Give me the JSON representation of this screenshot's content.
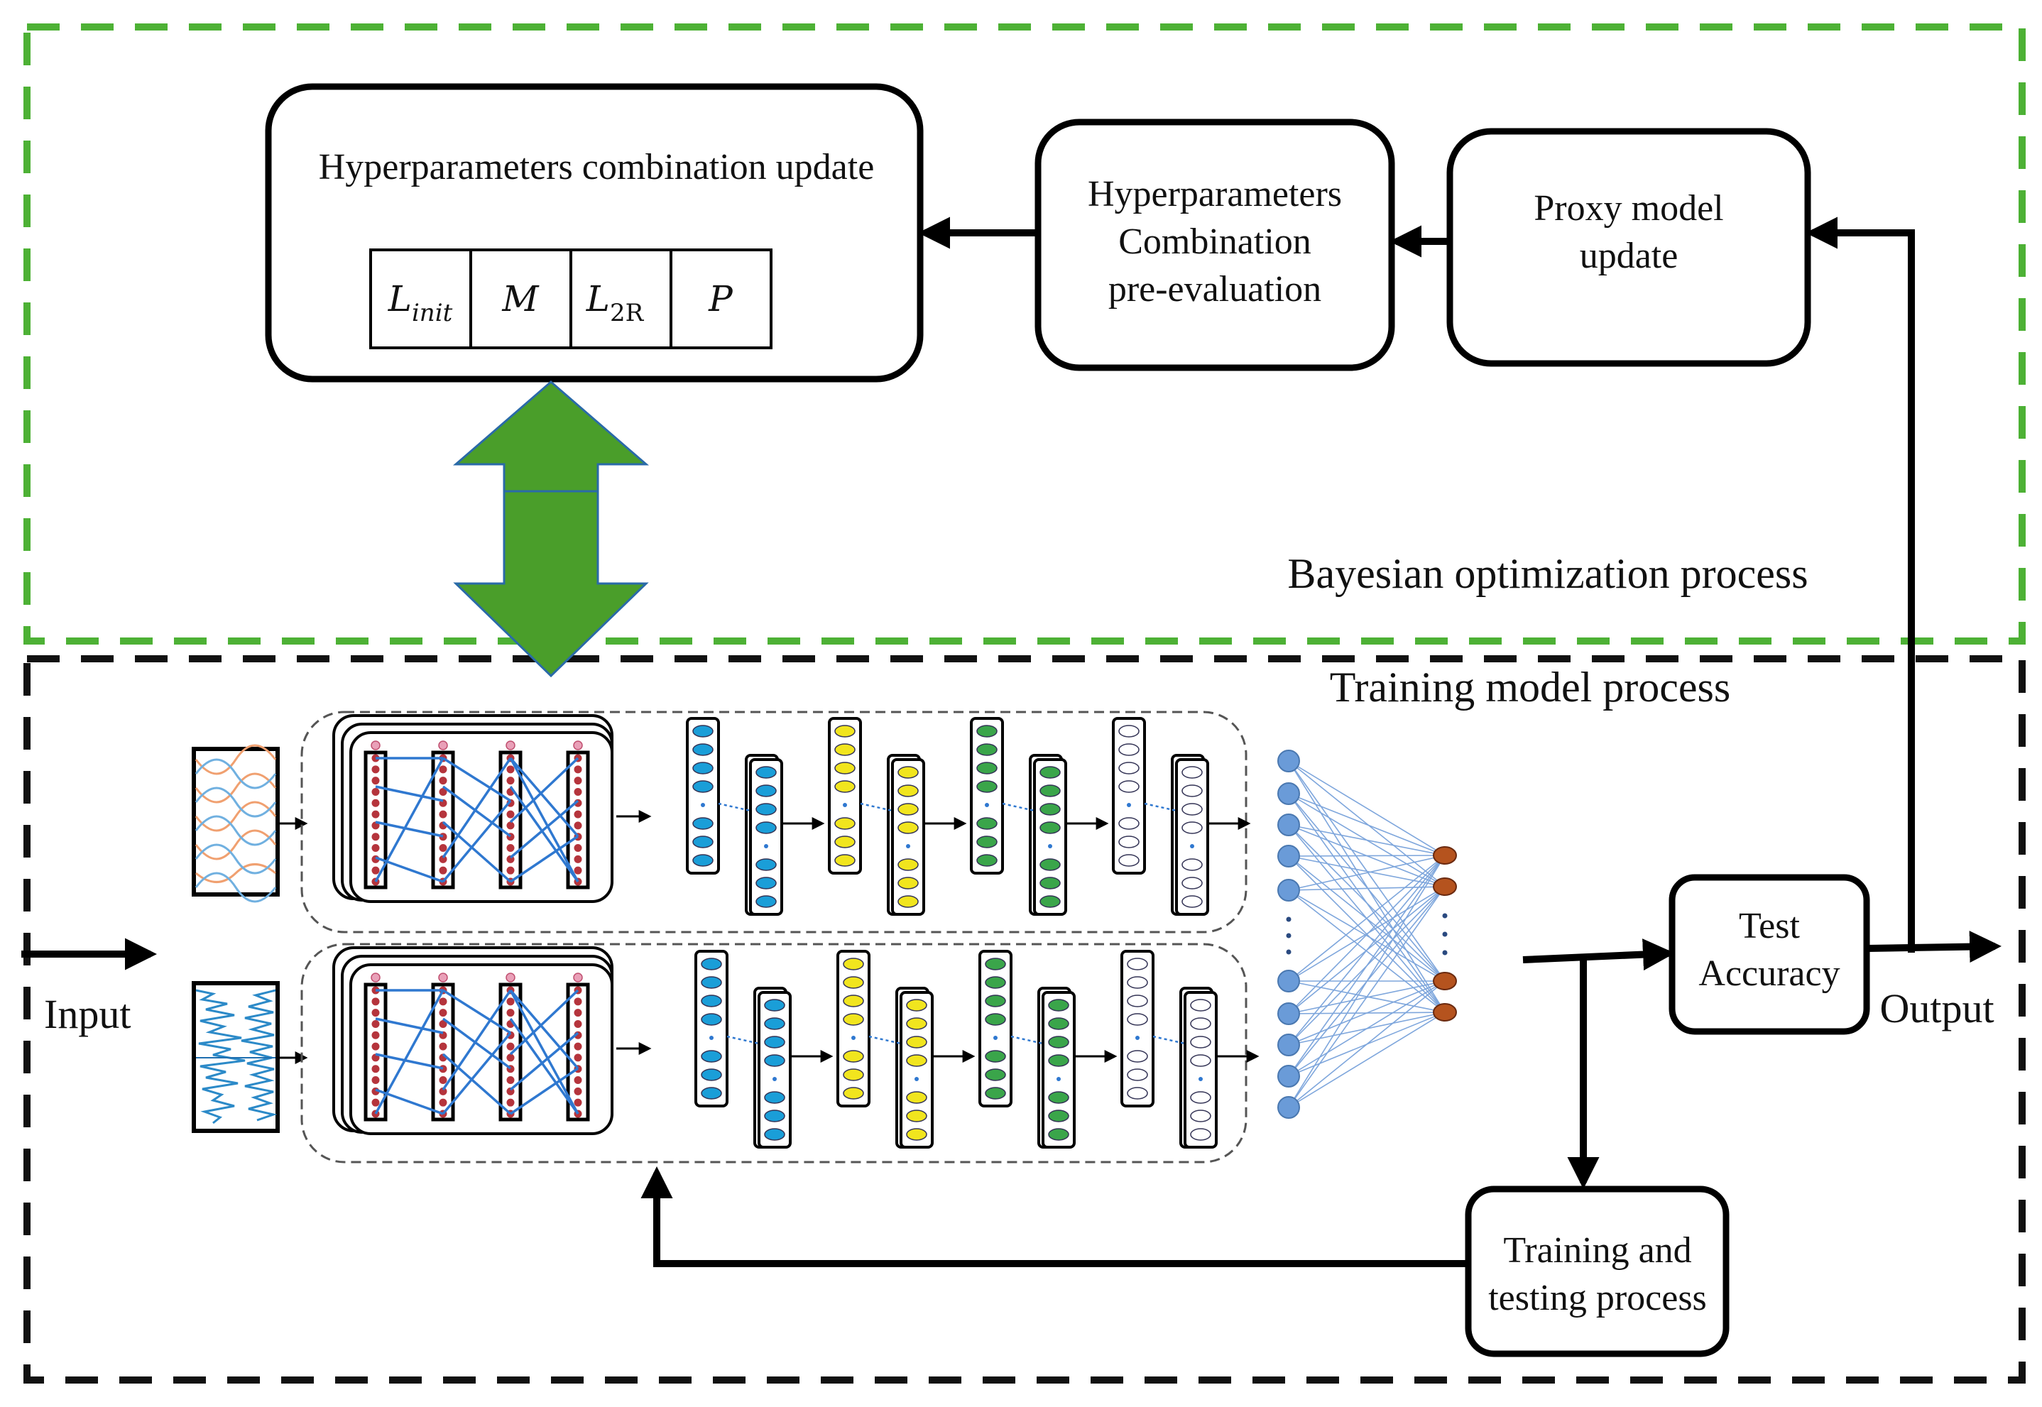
{
  "regions": {
    "bayesian_label": "Bayesian optimization process",
    "training_label": "Training model process"
  },
  "boxes": {
    "hyper_update": "Hyperparameters combination update",
    "pre_eval": [
      "Hyperparameters",
      "Combination",
      "pre-evaluation"
    ],
    "proxy": [
      "Proxy model",
      "update"
    ],
    "test_accuracy": [
      "Test",
      "Accuracy"
    ],
    "train_test": [
      "Training and",
      "testing process"
    ]
  },
  "hyperparams": [
    {
      "base": "L",
      "sub": "init"
    },
    {
      "base": "M",
      "sub": ""
    },
    {
      "base": "L",
      "sub": "2R"
    },
    {
      "base": "P",
      "sub": ""
    }
  ],
  "io": {
    "input": "Input",
    "output": "Output"
  },
  "colors": {
    "bayes_border": "#4db135",
    "green_arrow": "#4a9e2a",
    "network_line": "#2f78d0",
    "neuron_red": "#b5343c",
    "blue_neuron": "#1a9ed8",
    "yellow_neuron": "#f1e51e",
    "green_neuron": "#3aa54a",
    "light_neuron": "#ffffff",
    "fc_node": "#6a9bd8",
    "out_node": "#b5531e"
  }
}
